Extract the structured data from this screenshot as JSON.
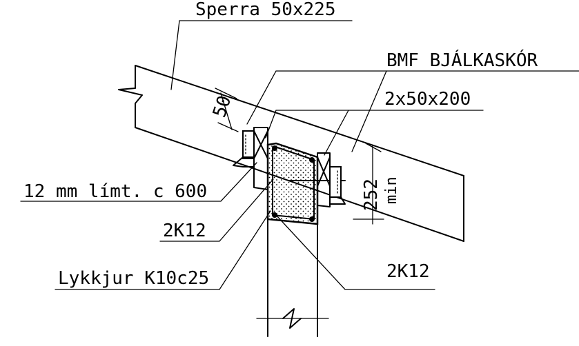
{
  "labels": {
    "rafter": "Sperra 50x225",
    "hanger": "BMF BJÁLKASKÓR",
    "plank": "2x50x200",
    "glulam": "12 mm límt. c 600",
    "rebar_top": "2K12",
    "stirrups": "Lykkjur K10c25",
    "rebar_bottom": "2K12"
  },
  "dimensions": {
    "rafter_offset": "50",
    "depth": "252",
    "depth_note": "min"
  }
}
